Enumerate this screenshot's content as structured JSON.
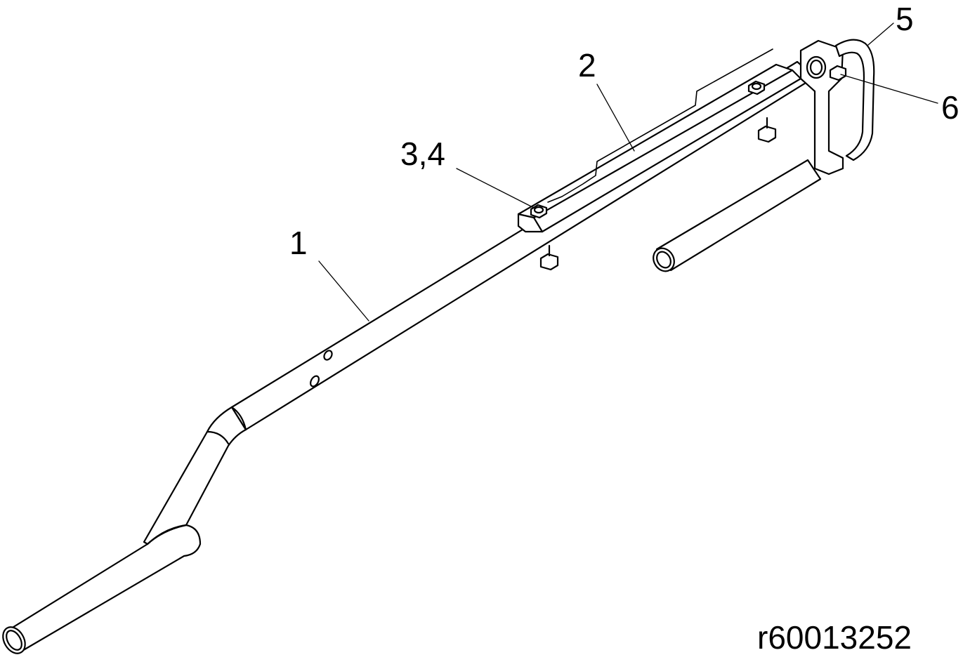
{
  "callouts": {
    "c1": "1",
    "c2": "2",
    "c34": "3,4",
    "c5": "5",
    "c6": "6"
  },
  "drawing_code": "r60013252",
  "colors": {
    "ink": "#000000",
    "paper": "#ffffff"
  }
}
